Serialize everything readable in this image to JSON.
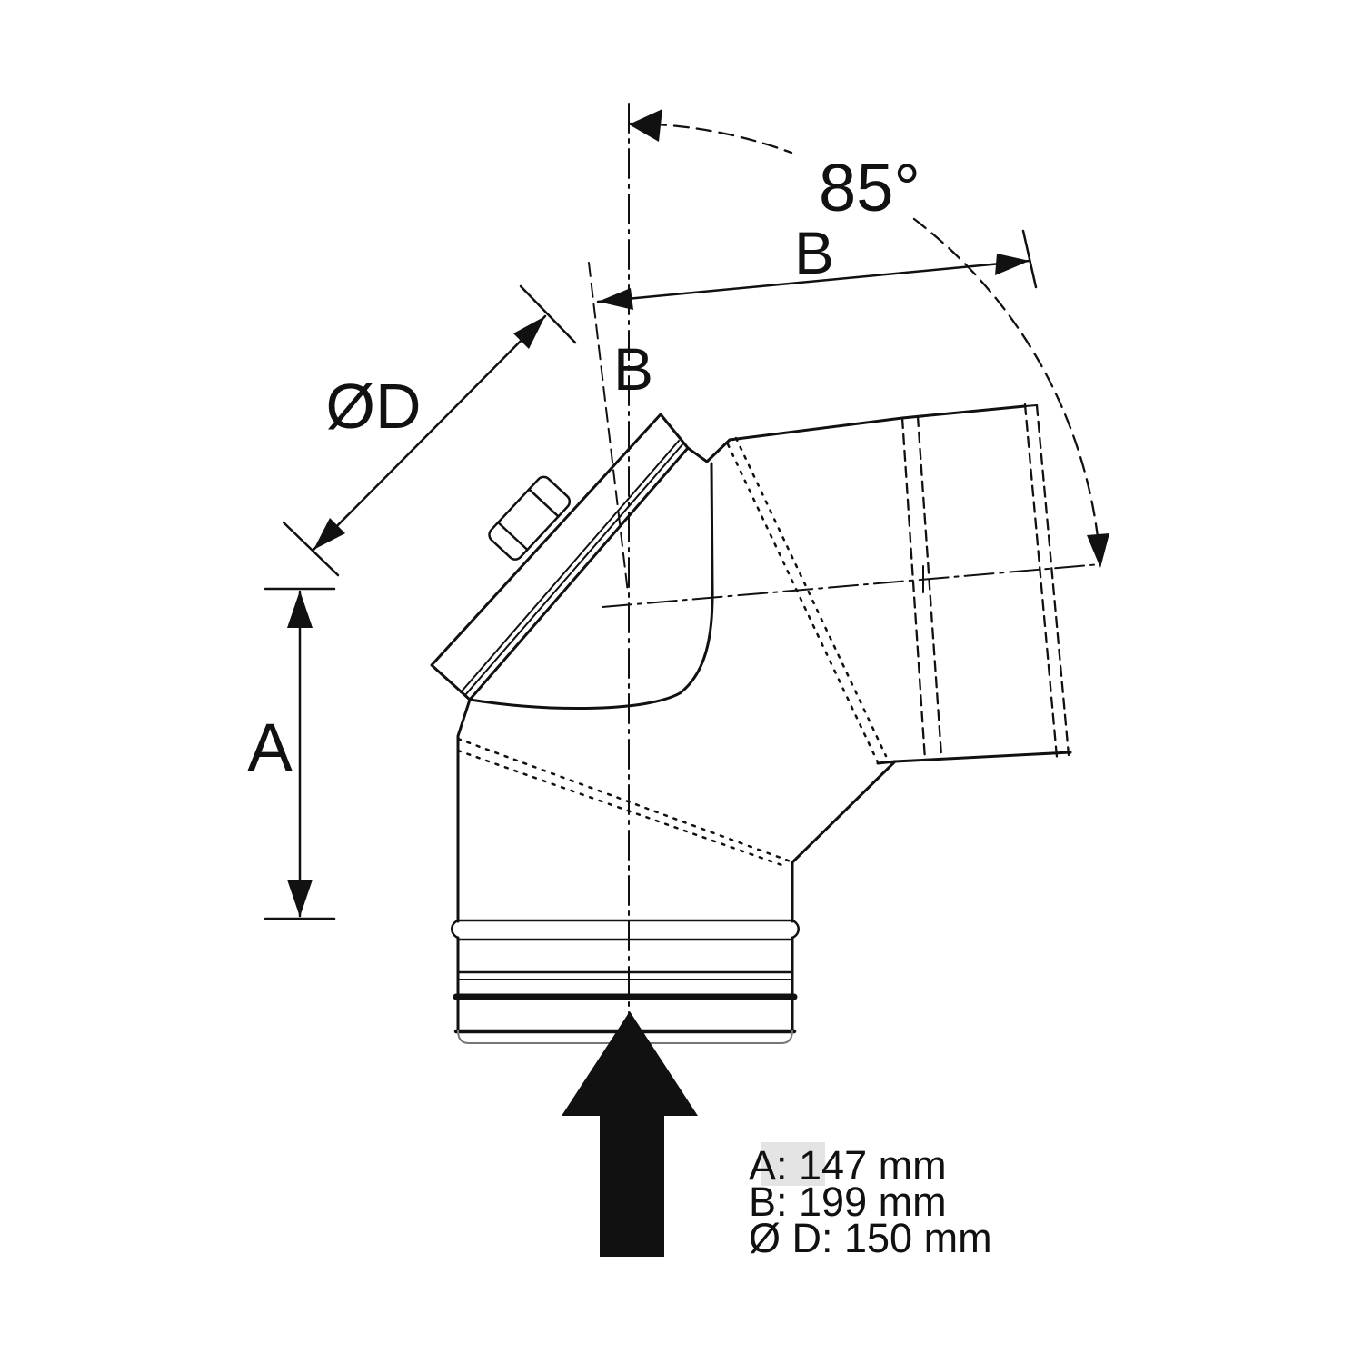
{
  "drawing": {
    "subject": "technical-drawing-85-degree-flue-elbow-with-inspection-door",
    "background": "#ffffff",
    "line_color": "#111111",
    "highlight_color": "#e4e4e4",
    "labels": {
      "angle": "85°",
      "b_top": "B",
      "b_axis": "B",
      "diameter": "ØD",
      "a": "A"
    },
    "specs": {
      "line1": "A: 147 mm",
      "line2": "B: 199 mm",
      "line3": "Ø D: 150 mm"
    },
    "values": {
      "A": "147 mm",
      "B": "199 mm",
      "D": "150 mm",
      "angle": "85°"
    }
  }
}
